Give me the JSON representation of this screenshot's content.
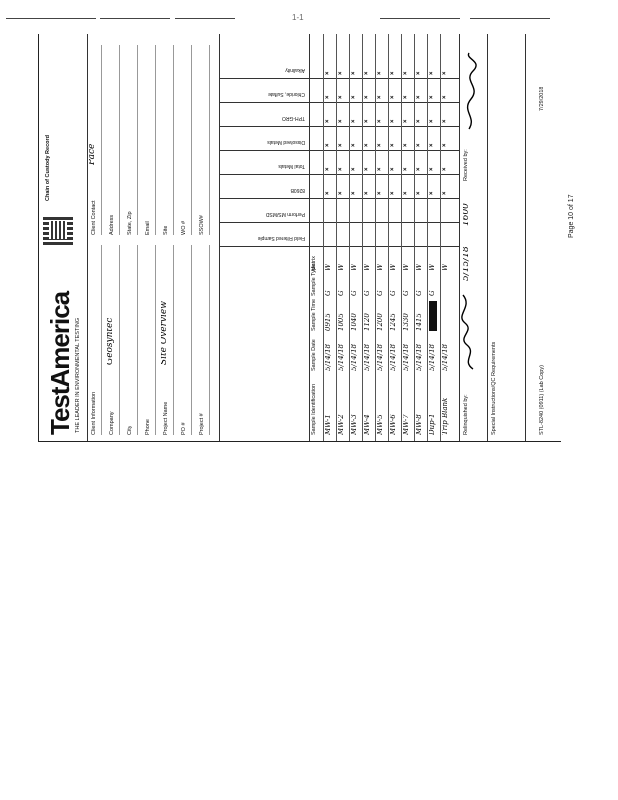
{
  "scan": {
    "page_mark": "1-1"
  },
  "form": {
    "logo": "TestAmerica",
    "tagline": "THE LEADER IN ENVIRONMENTAL TESTING",
    "chain_label": "Chain of Custody Record",
    "fields_left": [
      {
        "label": "Client Information",
        "value": ""
      },
      {
        "label": "Client Contact",
        "value": "Pace"
      },
      {
        "label": "Company",
        "value": "Geosyntec"
      },
      {
        "label": "Address",
        "value": ""
      },
      {
        "label": "City",
        "value": ""
      },
      {
        "label": "State, Zip",
        "value": ""
      },
      {
        "label": "Phone",
        "value": ""
      },
      {
        "label": "Email",
        "value": ""
      },
      {
        "label": "Project Name",
        "value": "Site Overview"
      },
      {
        "label": "Site",
        "value": ""
      },
      {
        "label": "PO #",
        "value": ""
      },
      {
        "label": "WO #",
        "value": ""
      },
      {
        "label": "Project #",
        "value": ""
      },
      {
        "label": "SSOW#",
        "value": ""
      }
    ],
    "sample_header": [
      "Sample Identification",
      "Sample Date",
      "Sample Time",
      "Sample Type",
      "Matrix"
    ],
    "analyses": [
      "Field Filtered Sample",
      "Perform MS/MSD",
      "8260B",
      "Total Metals",
      "Dissolved Metals",
      "TPH-GRO",
      "Chloride, Sulfate",
      "Alkalinity"
    ],
    "samples": [
      {
        "id": "MW-1",
        "date": "5/14/18",
        "time": "0915",
        "type": "G",
        "matrix": "W"
      },
      {
        "id": "MW-2",
        "date": "5/14/18",
        "time": "1005",
        "type": "G",
        "matrix": "W"
      },
      {
        "id": "MW-3",
        "date": "5/14/18",
        "time": "1040",
        "type": "G",
        "matrix": "W"
      },
      {
        "id": "MW-4",
        "date": "5/14/18",
        "time": "1120",
        "type": "G",
        "matrix": "W"
      },
      {
        "id": "MW-5",
        "date": "5/14/18",
        "time": "1200",
        "type": "G",
        "matrix": "W"
      },
      {
        "id": "MW-6",
        "date": "5/14/18",
        "time": "1245",
        "type": "G",
        "matrix": "W"
      },
      {
        "id": "MW-7",
        "date": "5/14/18",
        "time": "1330",
        "type": "G",
        "matrix": "W"
      },
      {
        "id": "MW-8",
        "date": "5/14/18",
        "time": "1415",
        "type": "G",
        "matrix": "W"
      },
      {
        "id": "Dup-1",
        "date": "5/14/18",
        "time": "",
        "type": "G",
        "matrix": "W"
      },
      {
        "id": "Trip Blank",
        "date": "5/14/18",
        "time": "",
        "type": "",
        "matrix": "W"
      }
    ],
    "relinquished_label": "Relinquished by:",
    "received_label": "Received by:",
    "sign_date": "5/15/18",
    "sign_time": "1600",
    "special_instructions": "Special Instructions/QC Requirements",
    "page_of": "Page 10 of 17",
    "footer_ref": "STL-8240 (0911)  (Lab Copy)",
    "footer_date": "7/29/2018"
  }
}
